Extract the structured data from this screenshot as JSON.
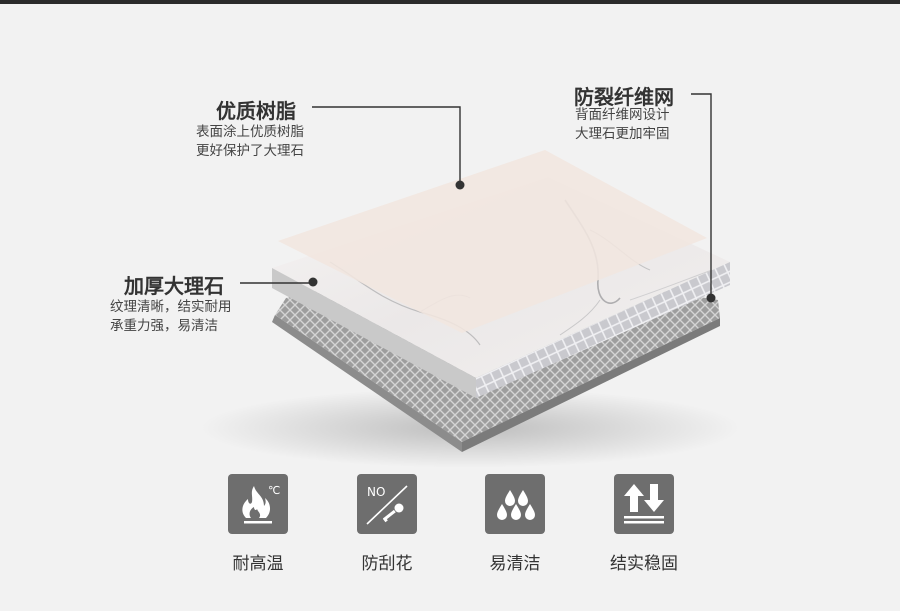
{
  "callouts": {
    "resin": {
      "title": "优质树脂",
      "lines": [
        "表面涂上优质树脂",
        "更好保护了大理石"
      ]
    },
    "fiber": {
      "title": "防裂纤维网",
      "lines": [
        "背面纤维网设计",
        "大理石更加牢固"
      ]
    },
    "marble": {
      "title": "加厚大理石",
      "lines": [
        "纹理清晰，结实耐用",
        "承重力强，易清洁"
      ]
    }
  },
  "features": [
    {
      "label": "耐高温",
      "icon": "flame-temperature-icon",
      "badge": "℃"
    },
    {
      "label": "防刮花",
      "icon": "no-scratch-key-icon",
      "badge": "NO"
    },
    {
      "label": "易清洁",
      "icon": "water-drops-icon"
    },
    {
      "label": "结实稳固",
      "icon": "arrows-stable-icon"
    }
  ],
  "colors": {
    "background": "#f2f2f2",
    "tile": "#6e6e6e",
    "leader": "#333333",
    "resin_layer": "#f1e6df",
    "marble_face": "#eeebea",
    "fiber_mesh": "#a8a8a8"
  }
}
